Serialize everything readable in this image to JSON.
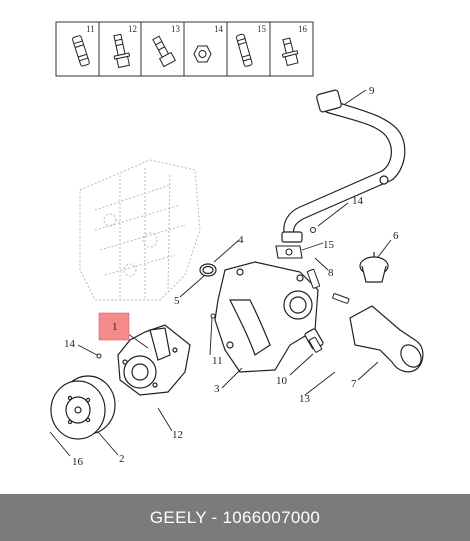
{
  "legend": {
    "labels": [
      "11",
      "12",
      "13",
      "14",
      "15",
      "16"
    ]
  },
  "callouts": {
    "c1": "1",
    "c2": "2",
    "c3": "3",
    "c4": "4",
    "c5": "5",
    "c6": "6",
    "c7": "7",
    "c8": "8",
    "c9": "9",
    "c10": "10",
    "c11": "11",
    "c12": "12",
    "c13": "13",
    "c14a": "14",
    "c14b": "14",
    "c15": "15",
    "c16": "16"
  },
  "footer": {
    "text": "GEELY - 1066007000"
  },
  "colors": {
    "highlight": "#f48a8a",
    "footer_bg": "#7b7b7b",
    "line": "#222222"
  }
}
